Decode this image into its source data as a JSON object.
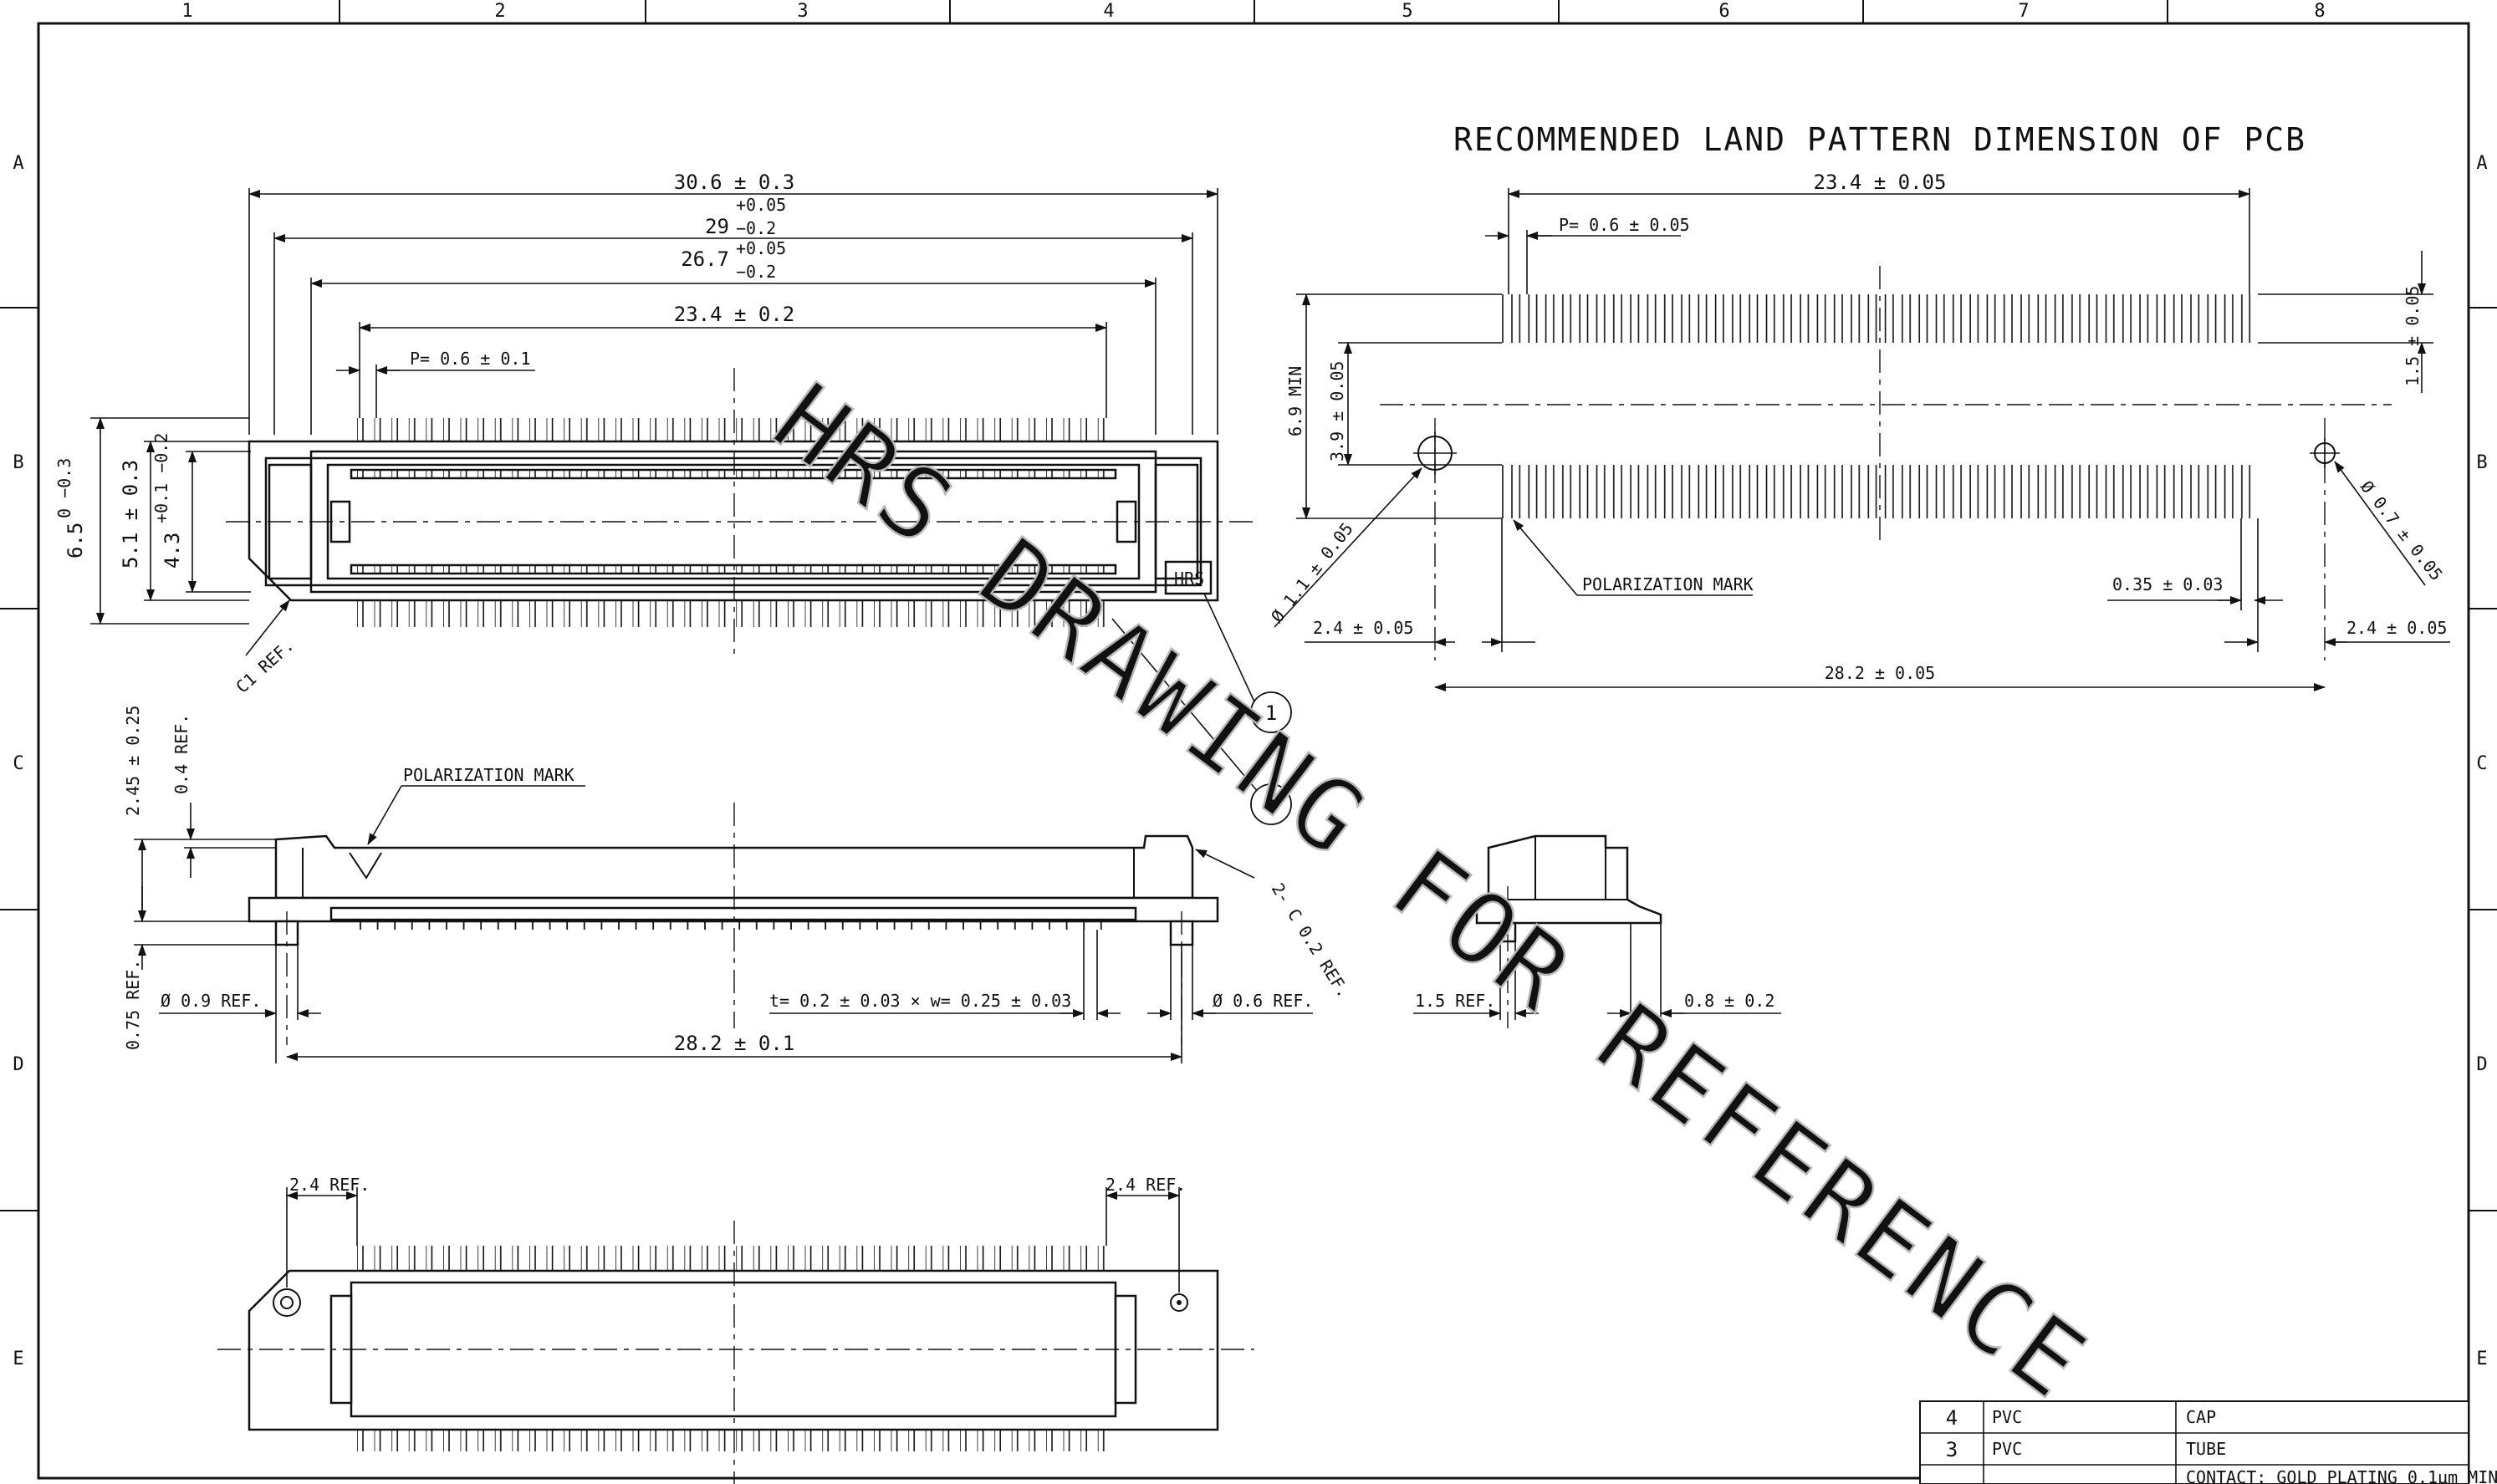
{
  "frame": {
    "columns": [
      "1",
      "2",
      "3",
      "4",
      "5",
      "6",
      "7",
      "8"
    ],
    "rows": [
      "A",
      "B",
      "C",
      "D",
      "E"
    ]
  },
  "watermark": "HRS DRAWING FOR REFERENCE",
  "pcb_view": {
    "title": "RECOMMENDED LAND PATTERN DIMENSION OF PCB",
    "dims": {
      "overall": "23.4 ± 0.05",
      "pitch": "P= 0.6 ± 0.05",
      "height_min": "6.9 MIN",
      "row_gap": "3.9 ± 0.05",
      "pad_len": "1.5 ± 0.05",
      "hole_left": "Ø 1.1 ± 0.05",
      "hole_right": "Ø 0.7 ± 0.05",
      "polarization": "POLARIZATION MARK",
      "pad_width": "0.35 ± 0.03",
      "edge_left": "2.4 ± 0.05",
      "edge_right": "2.4 ± 0.05",
      "hole_span": "28.2 ± 0.05"
    }
  },
  "top_view": {
    "dims": {
      "overall": "30.6 ± 0.3",
      "d29": "29",
      "d29_tol_up": "+0.05",
      "d29_tol_dn": "−0.2",
      "d267": "26.7",
      "d267_tol_up": "+0.05",
      "d267_tol_dn": "−0.2",
      "pins": "23.4 ± 0.2",
      "pitch": "P= 0.6 ± 0.1",
      "h65": "6.5",
      "h65_tol": "0  −0.3",
      "h51": "5.1 ± 0.3",
      "h43": "4.3",
      "h43_tol": "+0.1 −0.2",
      "chamfer": "C1 REF.",
      "logo": "HRS",
      "callout_1": "1",
      "callout_2": "2"
    }
  },
  "side_view": {
    "dims": {
      "h245": "2.45 ± 0.25",
      "h04": "0.4 REF.",
      "polarization": "POLARIZATION MARK",
      "h075": "0.75 REF.",
      "boss": "Ø 0.9 REF.",
      "contact": "t= 0.2 ± 0.03 × w= 0.25 ± 0.03",
      "boss2": "Ø 0.6 REF.",
      "chamfer": "2- C 0.2 REF.",
      "span": "28.2 ± 0.1"
    }
  },
  "end_view": {
    "dims": {
      "d15": "1.5 REF.",
      "d08": "0.8 ± 0.2"
    }
  },
  "bottom_view": {
    "dims": {
      "left": "2.4 REF.",
      "right": "2.4 REF."
    }
  },
  "bom": {
    "rows": [
      {
        "no": "4",
        "material": "PVC",
        "part": "CAP"
      },
      {
        "no": "3",
        "material": "PVC",
        "part": "TUBE"
      },
      {
        "no": "",
        "material": "",
        "part": "CONTACT:  GOLD PLATING  0.1μm MIN"
      }
    ]
  }
}
